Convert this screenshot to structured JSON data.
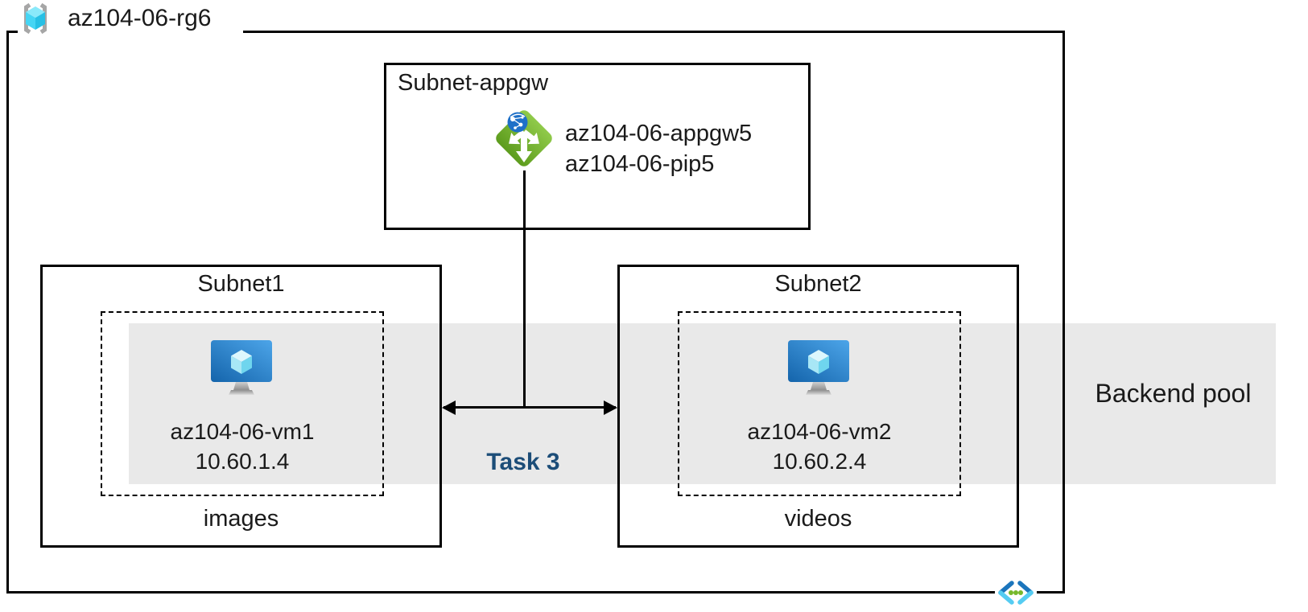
{
  "resource_group": {
    "name": "az104-06-rg6"
  },
  "appgw_subnet": {
    "title": "Subnet-appgw",
    "gateway_name": "az104-06-appgw5",
    "public_ip_name": "az104-06-pip5"
  },
  "subnets": [
    {
      "title": "Subnet1",
      "vm_name": "az104-06-vm1",
      "vm_ip": "10.60.1.4",
      "content_label": "images"
    },
    {
      "title": "Subnet2",
      "vm_name": "az104-06-vm2",
      "vm_ip": "10.60.2.4",
      "content_label": "videos"
    }
  ],
  "backend_pool": {
    "label": "Backend pool"
  },
  "task": {
    "label": "Task 3"
  },
  "colors": {
    "band_gray": "#e9e9e9",
    "task_navy": "#1c4d78",
    "appgw_green_light": "#90ca4a",
    "appgw_green_dark": "#5d9c1d",
    "globe_blue": "#1e70c8",
    "vm_screen_dark": "#1464ab",
    "vm_screen_light": "#4aa2e6",
    "cube_cyan_top": "#ddf7fd",
    "cube_cyan_left": "#a8e7f6",
    "cube_cyan_right": "#6fd5ee",
    "rg_cube_top": "#8ae9fa",
    "rg_cube_left": "#45d5f4",
    "rg_cube_right": "#27c0e5",
    "bracket_gray": "#a6a6a6",
    "vnet_dark_blue": "#1b75bc",
    "vnet_light_cyan": "#55ccf2",
    "dot_green": "#76b82a",
    "border_black": "#000000"
  }
}
